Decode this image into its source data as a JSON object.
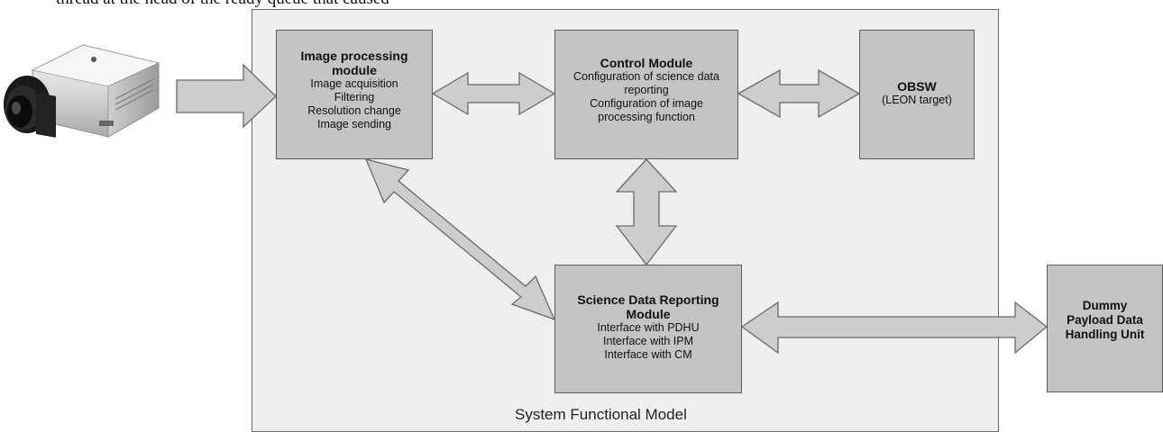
{
  "header": {
    "fragment": "thread at the head of the ready queue that caused"
  },
  "system": {
    "label": "System Functional Model"
  },
  "modules": {
    "ipm": {
      "title": [
        "Image processing",
        "module"
      ],
      "lines": [
        "Image acquisition",
        "Filtering",
        "Resolution change",
        "Image sending"
      ]
    },
    "cm": {
      "title": [
        "Control Module"
      ],
      "lines": [
        "Configuration of science data",
        "reporting",
        "Configuration of image",
        "processing function"
      ]
    },
    "obsw": {
      "title": [
        "OBSW"
      ],
      "lines": [
        "(LEON target)"
      ]
    },
    "sdrm": {
      "title": [
        "Science Data Reporting",
        "Module"
      ],
      "lines": [
        "Interface with PDHU",
        "Interface with IPM",
        "Interface with CM"
      ]
    },
    "dpdhu": {
      "title": [
        "Dummy",
        "Payload Data",
        "Handling Unit"
      ],
      "lines": []
    }
  },
  "icons": {
    "camera": "camera-icon"
  },
  "colors": {
    "module_fill": "#c4c4c4",
    "frame_fill": "#efefef",
    "arrow_fill": "#cdcdcd",
    "stroke": "#5c5c5c"
  }
}
